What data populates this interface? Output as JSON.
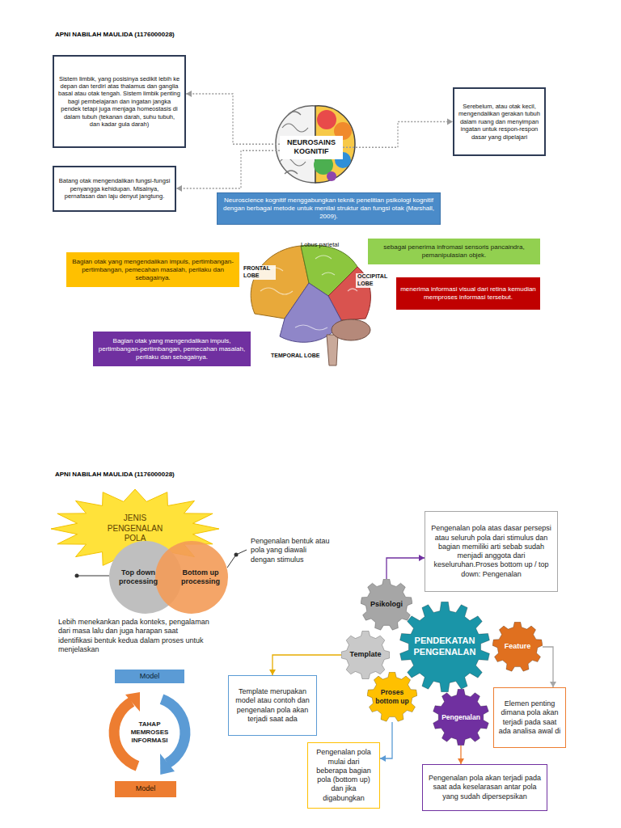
{
  "diagram": {
    "nodes": [
      {
        "text": [
          "Sistem limbik, yang posisinya sedikit lebih ke depan dan terdiri atas thalamus dan ganglia basal atau otak tengah. Sistem limbik penting bagi pembelajaran dan ingatan jangka pendek tetapi juga menjaga homeostasis di dalam tubuh (tekanan darah, suhu tubuh, dan kadar gula darah)"
        ]
      },
      {
        "text": [
          "Batang otak mengendalikan fungsi-fungsi penyangga kehidupan. Misalnya, pernafasan dan laju denyut jangtung."
        ]
      },
      {
        "text": [
          "NEUROSAINS KOGNITIF"
        ]
      },
      {
        "text": [
          "Serebelum, atau otak kecil, mengendalikan gerakan tubuh dalam ruang dan menyimpan ingatan untuk respon-respon dasar yang dipelajari"
        ]
      },
      {
        "text": [
          "Neuroscience kognitif menggabungkan teknik penelitian psikologi kognitif dengan berbagai metode untuk menilai struktur dan fungsi otak (Marshall, 2009)."
        ]
      },
      {
        "text": [
          "Bagian otak yang mengendalikan impuls, pertimbangan-pertimbangan, pemecahan masalah, perilaku dan sebagainya."
        ]
      },
      {
        "text": [
          "sebagai penerima infromasi sensoris pancaindra, pemanipulasian objek."
        ]
      },
      {
        "text": [
          "menerima informasi visual dari retina kemudian memproses informasi tersebut."
        ]
      },
      {
        "text": [
          "Bagian otak yang mengendalikan impuls, pertimbangan-pertimbangan, pemecahan masalah, perilaku dan sebagainya."
        ]
      },
      {
        "text": [
          "JENIS PENGENALAN POLA"
        ]
      },
      {
        "text": [
          "Top down processing"
        ]
      },
      {
        "text": [
          "Bottom up processing"
        ]
      },
      {
        "text": [
          "Model"
        ]
      },
      {
        "text": [
          "TAHAP MEMROSES INFORMASI"
        ]
      },
      {
        "text": [
          "Model"
        ]
      },
      {
        "text": [
          "Pengenalan pola atas dasar persepsi atau seluruh pola dari stimulus dan bagian memiliki arti sebab sudah menjadi anggota dari keseluruhan.Proses bottom up / top down: Pengenalan"
        ]
      },
      {
        "text": [
          "Psikologi"
        ]
      },
      {
        "text": [
          "Template"
        ]
      },
      {
        "text": [
          "PENDEKATAN PENGENALAN"
        ]
      },
      {
        "text": [
          "Feature"
        ]
      },
      {
        "text": [
          "Template merupakan model atau contoh dan pengenalan pola akan terjadi saat ada"
        ]
      },
      {
        "text": [
          "Proses bottom up"
        ]
      },
      {
        "text": [
          "Pengenalan"
        ]
      },
      {
        "text": [
          "Elemen penting dimana pola akan terjadi pada saat ada analisa awal di"
        ]
      },
      {
        "text": [
          "Pengenalan pola mulai dari beberapa bagian pola (bottom up) dan jika digabungkan"
        ]
      },
      {
        "text": [
          "Pengenalan pola akan terjadi pada saat ada keselarasan antar pola yang sudah dipersepsikan"
        ]
      }
    ],
    "edges": [
      {
        "from": 2,
        "to": 0,
        "arrow": "to"
      },
      {
        "from": 2,
        "to": 1,
        "arrow": "to"
      },
      {
        "from": 2,
        "to": 3,
        "arrow": "to"
      },
      {
        "from": 16,
        "to": 15,
        "arrow": "to"
      },
      {
        "from": 17,
        "to": 20,
        "arrow": "to"
      },
      {
        "from": 19,
        "to": 23,
        "arrow": "to"
      },
      {
        "from": 21,
        "to": 24,
        "arrow": "to"
      },
      {
        "from": 22,
        "to": 25,
        "arrow": "to"
      }
    ],
    "labels": [
      "APNI NABILAH MAULIDA (1176000028)",
      "Lobus parietal",
      "FRONTAL LOBE",
      "OCCIPITAL LOBE",
      "TEMPORAL LOBE",
      "APNI NABILAH MAULIDA (1176000028)",
      "Pengenalan bentuk atau pola yang diawali dengan stimulus",
      "Lebih menekankan pada konteks, pengalaman dari masa lalu dan juga harapan saat identifikasi bentuk kedua dalam proses untuk menjelaskan"
    ]
  }
}
